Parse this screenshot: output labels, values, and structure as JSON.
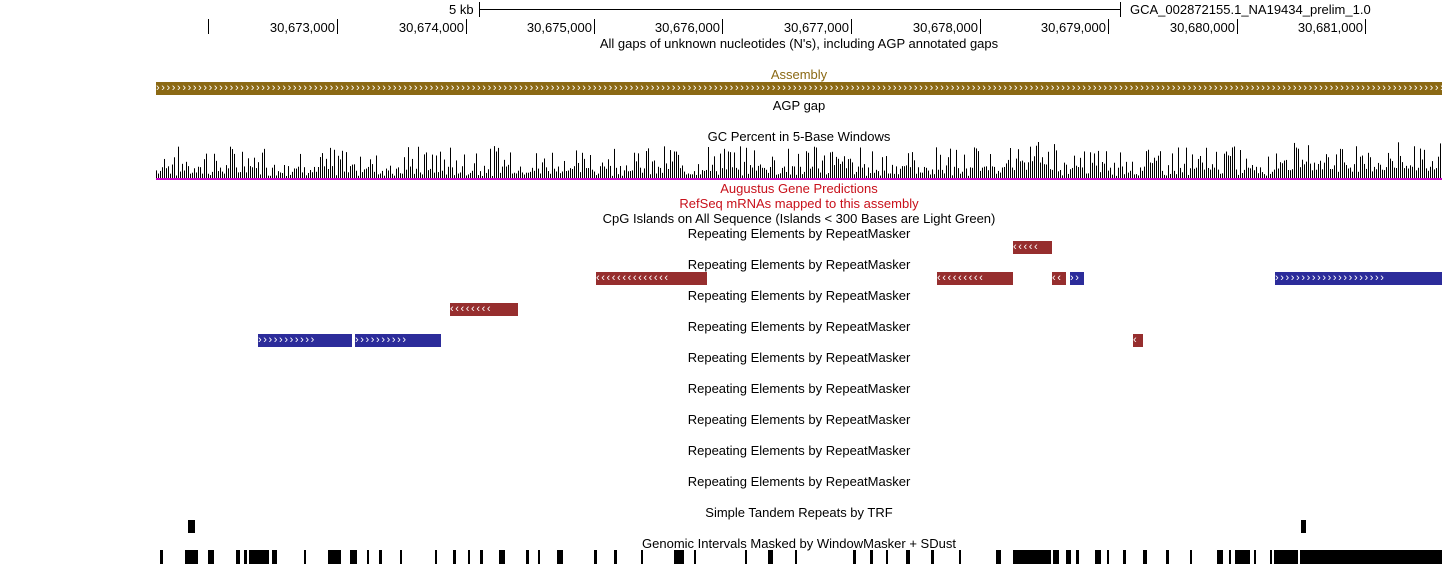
{
  "ruler": {
    "scale_label": "5 kb",
    "assembly_label": "GCA_002872155.1_NA19434_prelim_1.0",
    "positions": [
      "30,673,000",
      "30,674,000",
      "30,675,000",
      "30,676,000",
      "30,677,000",
      "30,678,000",
      "30,679,000",
      "30,680,000",
      "30,681,000"
    ]
  },
  "tracks": {
    "gap": "All gaps of unknown nucleotides (N's), including AGP annotated gaps",
    "assembly": "Assembly",
    "agp": "AGP gap",
    "gc": "GC Percent in 5-Base Windows",
    "augustus": "Augustus Gene Predictions",
    "refseq": "RefSeq mRNAs mapped to this assembly",
    "cpg": "CpG Islands on All Sequence (Islands < 300 Bases are Light Green)",
    "rmsk": [
      "Repeating Elements by RepeatMasker",
      "Repeating Elements by RepeatMasker",
      "Repeating Elements by RepeatMasker",
      "Repeating Elements by RepeatMasker",
      "Repeating Elements by RepeatMasker",
      "Repeating Elements by RepeatMasker",
      "Repeating Elements by RepeatMasker",
      "Repeating Elements by RepeatMasker",
      "Repeating Elements by RepeatMasker"
    ],
    "trf": "Simple Tandem Repeats by TRF",
    "windowmasker": "Genomic Intervals Masked by WindowMasker + SDust"
  },
  "colors": {
    "assembly": "#8b6914",
    "repeat_reverse": "#962e2e",
    "repeat_forward": "#2c2c9a",
    "gc_baseline": "#cc00cc",
    "track_label_red": "#c8101a"
  }
}
